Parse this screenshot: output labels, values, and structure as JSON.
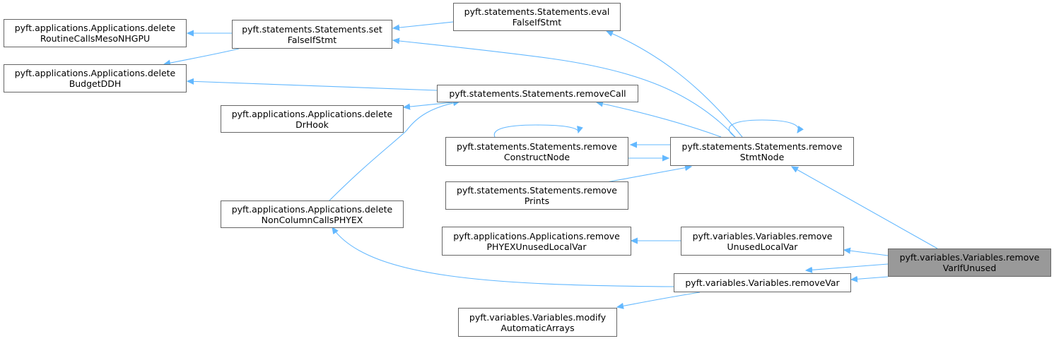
{
  "graph": {
    "edge_color": "#63b8ff",
    "root_fill": "#999999",
    "node_border": "#666666",
    "nodes": {
      "n_delete_routine_calls": {
        "line1": "pyft.applications.Applications.delete",
        "line2": "RoutineCallsMesoNHGPU"
      },
      "n_delete_budget_ddh": {
        "line1": "pyft.applications.Applications.delete",
        "line2": "BudgetDDH"
      },
      "n_set_false_if_stmt": {
        "line1": "pyft.statements.Statements.set",
        "line2": "FalseIfStmt"
      },
      "n_eval_false_if_stmt": {
        "line1": "pyft.statements.Statements.eval",
        "line2": "FalseIfStmt"
      },
      "n_remove_call": {
        "line1": "pyft.statements.Statements.removeCall",
        "line2": ""
      },
      "n_delete_drhook": {
        "line1": "pyft.applications.Applications.delete",
        "line2": "DrHook"
      },
      "n_remove_construct_node": {
        "line1": "pyft.statements.Statements.remove",
        "line2": "ConstructNode"
      },
      "n_remove_stmt_node": {
        "line1": "pyft.statements.Statements.remove",
        "line2": "StmtNode"
      },
      "n_remove_prints": {
        "line1": "pyft.statements.Statements.remove",
        "line2": "Prints"
      },
      "n_delete_noncolumn_calls": {
        "line1": "pyft.applications.Applications.delete",
        "line2": "NonColumnCallsPHYEX"
      },
      "n_remove_phyex_unused": {
        "line1": "pyft.applications.Applications.remove",
        "line2": "PHYEXUnusedLocalVar"
      },
      "n_remove_unused_local_var": {
        "line1": "pyft.variables.Variables.remove",
        "line2": "UnusedLocalVar"
      },
      "n_remove_var_if_unused": {
        "line1": "pyft.variables.Variables.remove",
        "line2": "VarIfUnused"
      },
      "n_remove_var": {
        "line1": "pyft.variables.Variables.removeVar",
        "line2": ""
      },
      "n_modify_automatic_arrays": {
        "line1": "pyft.variables.Variables.modify",
        "line2": "AutomaticArrays"
      }
    }
  }
}
